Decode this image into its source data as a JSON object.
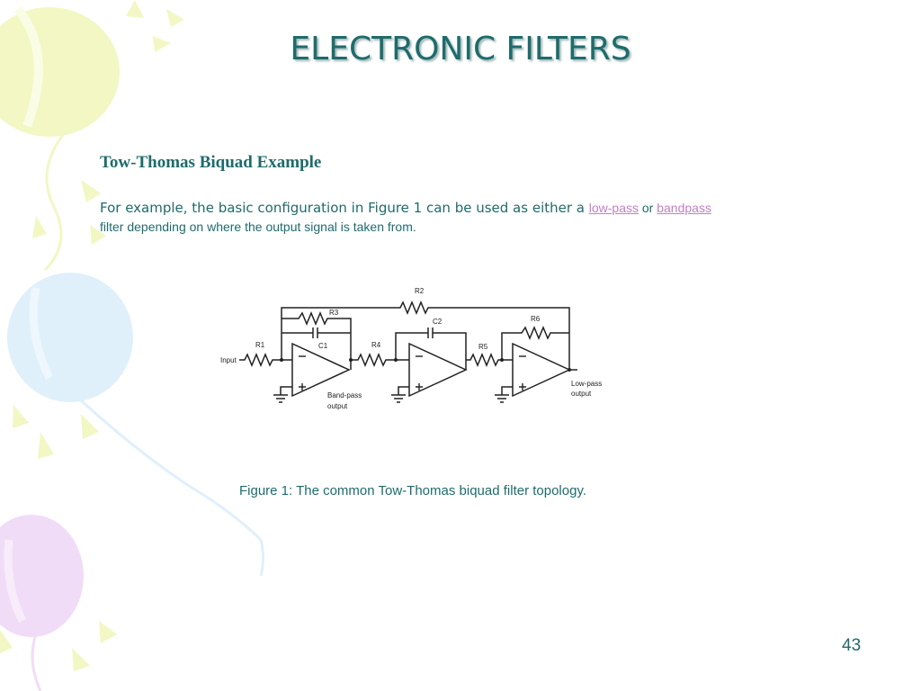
{
  "slide": {
    "title": "ELECTRONIC FILTERS",
    "subtitle": "Tow-Thomas Biquad Example",
    "paragraph": {
      "lead": "For example, the basic configuration in Figure 1 can be used as either a ",
      "link_lowpass": "low-pass",
      "or_text": " or ",
      "link_bandpass": "bandpass",
      "rest": "filter depending on where the output signal is taken from."
    },
    "caption": "Figure 1: The common Tow-Thomas biquad filter topology.",
    "slide_number": "43"
  },
  "circuit": {
    "r1": "R1",
    "r2": "R2",
    "r3": "R3",
    "r4": "R4",
    "r5": "R5",
    "r6": "R6",
    "c1": "C1",
    "c2": "C2",
    "input": "Input",
    "bandpass_line1": "Band-pass",
    "bandpass_line2": "output",
    "lowpass_line1": "Low-pass",
    "lowpass_line2": "output"
  },
  "colors": {
    "text": "#1f6b6b",
    "link": "#c37ec8",
    "balloon_yellow": "#f2f7c4",
    "balloon_blue": "#dff0fb",
    "balloon_purple": "#f1dcf7"
  }
}
